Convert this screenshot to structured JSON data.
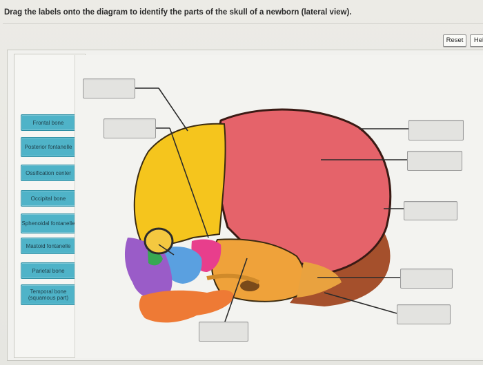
{
  "instruction": "Drag the labels onto the diagram to identify the parts of the skull of a newborn (lateral view).",
  "buttons": {
    "reset": "Reset",
    "help": "Hel"
  },
  "labels": [
    "Frontal bone",
    "Posterior fontanelle",
    "Ossification center",
    "Occipital bone",
    "Sphenoidal fontanelle",
    "Mastoid fontanelle",
    "Parietal bone",
    "Temporal bone (squamous part)"
  ],
  "colors": {
    "label_chip": "#4fb3c8",
    "frontal": "#f5c51d",
    "parietal": "#e5636a",
    "occipital": "#a5502c",
    "temporal": "#efa23a",
    "mandible": "#ee7a35",
    "sphenoid_fontanelle": "#e83e8c",
    "face_purple": "#9a5cc8",
    "face_blue": "#5aa0e0",
    "face_green": "#37a852"
  }
}
